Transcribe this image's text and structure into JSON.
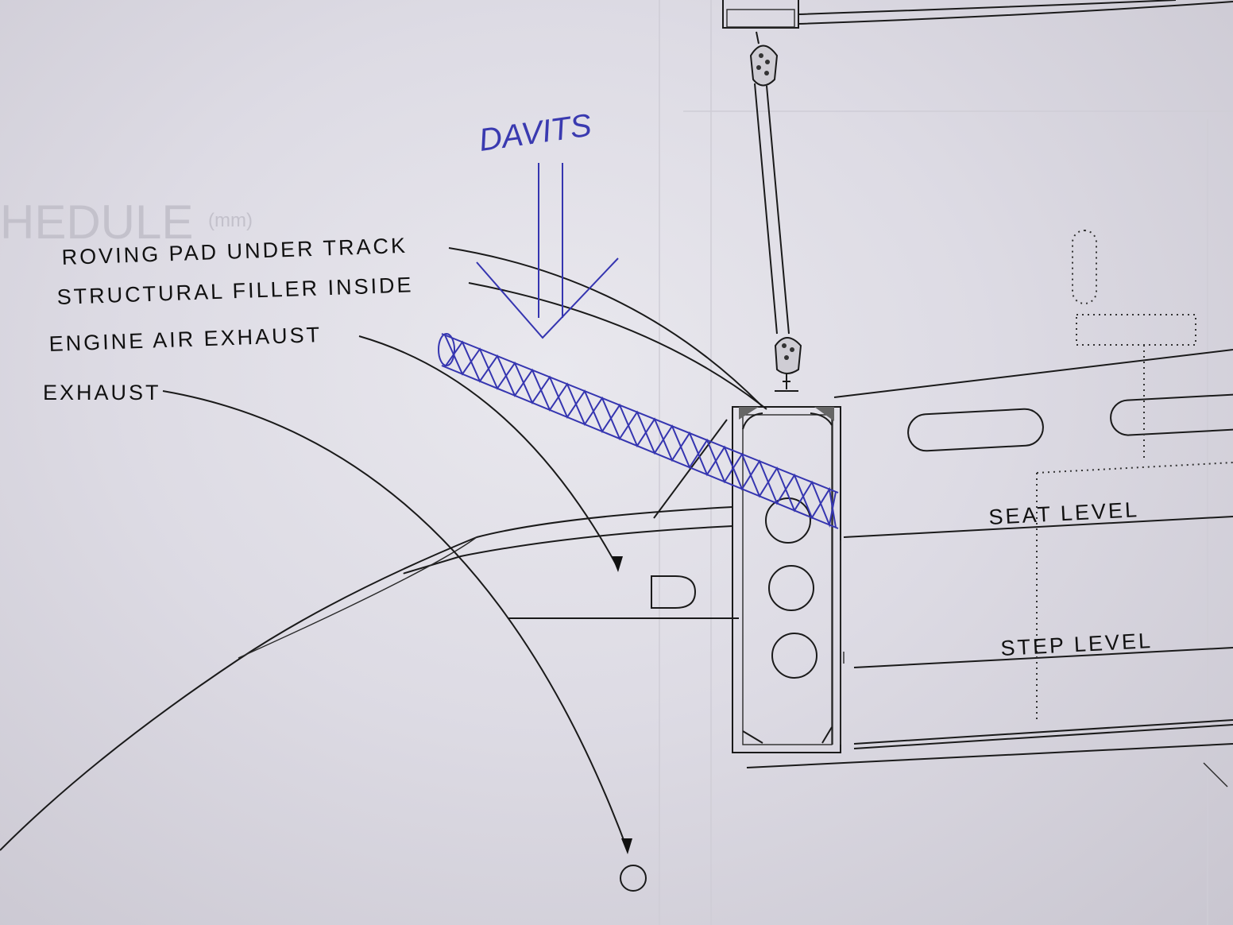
{
  "handwritten": {
    "davits": "DAVITS"
  },
  "labels": {
    "roving_pad": "ROVING PAD UNDER TRACK",
    "structural_filler": "STRUCTURAL FILLER INSIDE",
    "engine_air_exhaust": "ENGINE AIR EXHAUST",
    "exhaust": "EXHAUST",
    "seat_level": "SEAT LEVEL",
    "step_level": "STEP LEVEL"
  },
  "bleed_through": {
    "schedule_title": "HEDULE",
    "units": "(mm)"
  },
  "colors": {
    "ink": "#1a1a1a",
    "pen": "#3535b0",
    "paper": "#e3e2e9"
  }
}
